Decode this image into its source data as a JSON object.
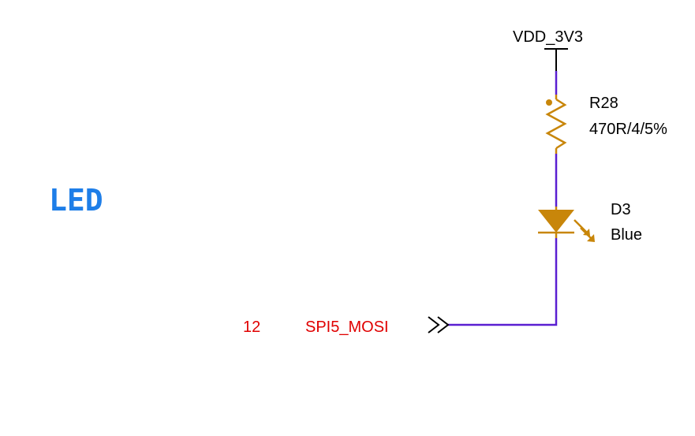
{
  "title": "LED",
  "power_net": "VDD_3V3",
  "resistor": {
    "designator": "R28",
    "value": "470R/4/5%"
  },
  "led": {
    "designator": "D3",
    "value": "Blue"
  },
  "signal": {
    "pin": "12",
    "net": "SPI5_MOSI"
  },
  "colors": {
    "wire": "#5a1fd1",
    "component": "#c8860a",
    "title": "#1e7ee8",
    "net_label": "#e00000",
    "text": "#000000"
  }
}
